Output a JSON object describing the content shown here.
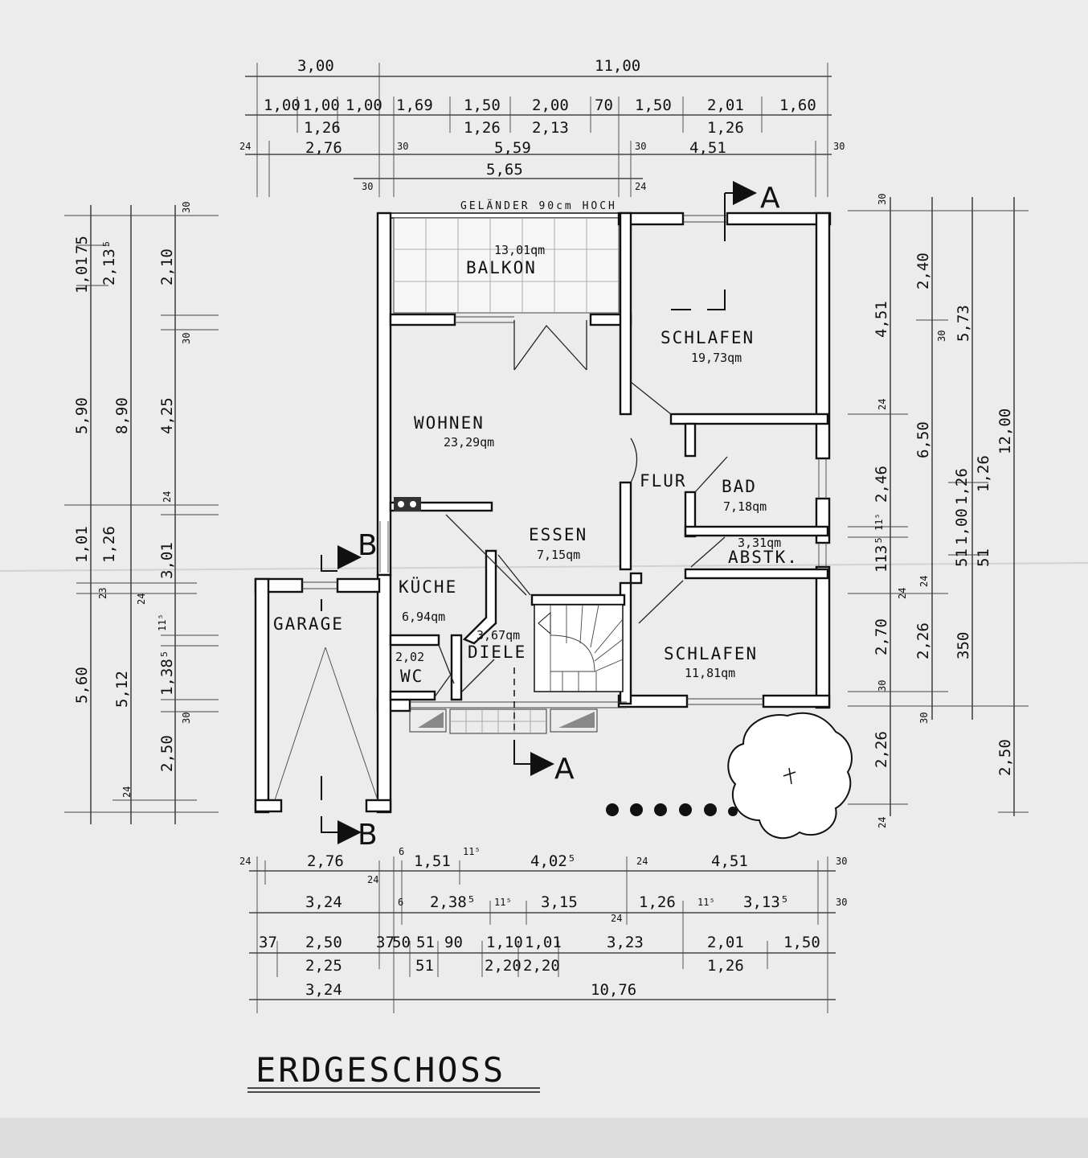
{
  "drawing": {
    "title": "ERDGESCHOSS",
    "railing_note": "GELÄNDER 90cm HOCH",
    "section_a": "A",
    "section_b": "B"
  },
  "rooms": {
    "balkon": {
      "name": "BALKON",
      "area": "13,01qm"
    },
    "schlafen_top": {
      "name": "SCHLAFEN",
      "area": "19,73qm"
    },
    "wohnen": {
      "name": "WOHNEN",
      "area": "23,29qm"
    },
    "flur": {
      "name": "FLUR"
    },
    "bad": {
      "name": "BAD",
      "area": "7,18qm"
    },
    "essen": {
      "name": "ESSEN",
      "area": "7,15qm"
    },
    "abstk": {
      "name": "ABSTK.",
      "area": "3,31qm"
    },
    "kueche": {
      "name": "KÜCHE",
      "area": "6,94qm"
    },
    "garage": {
      "name": "GARAGE"
    },
    "diele": {
      "name": "DIELE",
      "area": "3,67qm"
    },
    "wc": {
      "name": "WC",
      "area": "2,02"
    },
    "schlafen_bottom": {
      "name": "SCHLAFEN",
      "area": "11,81qm"
    }
  },
  "dims_top": {
    "r1": [
      "3,00",
      "11,00"
    ],
    "r2": [
      "1,00",
      "1,00",
      "1,00",
      "1,69",
      "1,50",
      "2,00",
      "70",
      "1,50",
      "2,01",
      "1,60"
    ],
    "r2b": [
      "1,26",
      "1,26",
      "2,13",
      "1,26"
    ],
    "r3": [
      "24",
      "2,76",
      "30",
      "5,59",
      "30",
      "4,51",
      "30"
    ],
    "r4": [
      "30",
      "5,65",
      "24"
    ]
  },
  "dims_left": {
    "c1": [
      "1,01",
      "75",
      "5,90",
      "1,01",
      "23",
      "5,60"
    ],
    "c2": [
      "2,13⁵",
      "8,90",
      "1,26",
      "5,12",
      "24"
    ],
    "c3": [
      "30",
      "2,10",
      "30",
      "4,25",
      "24",
      "3,01",
      "24",
      "11⁵",
      "1,38⁵",
      "30",
      "2,50"
    ]
  },
  "dims_right": {
    "c1": [
      "30",
      "4,51",
      "24",
      "2,46",
      "11⁵",
      "113⁵",
      "24",
      "2,70",
      "30",
      "2,26",
      "24"
    ],
    "c2": [
      "2,40",
      "30",
      "6,50",
      "1,26",
      "1,00",
      "51",
      "24",
      "2,26",
      "30"
    ],
    "c3": [
      "5,73",
      "1,26",
      "51",
      "350"
    ],
    "c4": [
      "12,00",
      "2,50"
    ]
  },
  "dims_bottom": {
    "r1": [
      "24",
      "2,76",
      "24",
      "6",
      "1,51",
      "11⁵",
      "4,02⁵",
      "24",
      "4,51",
      "30"
    ],
    "r2": [
      "3,24",
      "6",
      "2,38⁵",
      "11⁵",
      "3,15",
      "24",
      "1,26",
      "11⁵",
      "3,13⁵",
      "30"
    ],
    "r3": [
      "37",
      "2,50",
      "37",
      "50",
      "51",
      "90",
      "1,10",
      "1,01",
      "3,23",
      "2,01",
      "1,50"
    ],
    "r3b": [
      "2,25",
      "51",
      "2,20",
      "2,20",
      "1,26"
    ],
    "r4": [
      "3,24",
      "10,76"
    ]
  }
}
